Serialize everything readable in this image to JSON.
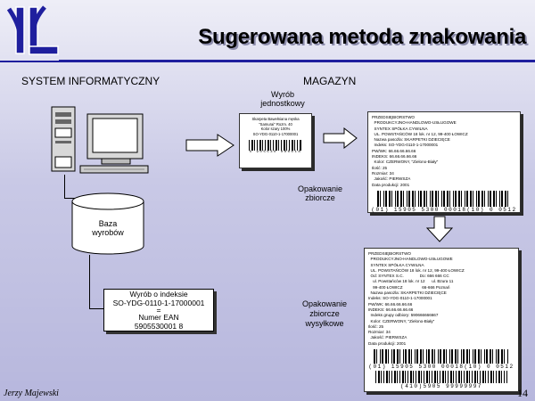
{
  "header": {
    "title": "Sugerowana metoda znakowania",
    "logo_letters": "IL"
  },
  "sections": {
    "left_heading": "SYSTEM INFORMATYCZNY",
    "right_heading": "MAGAZYN"
  },
  "labels": {
    "unit_product_line1": "Wyrób",
    "unit_product_line2": "jednostkowy",
    "bulk_pack_line1": "Opakowanie",
    "bulk_pack_line2": "zbiorcze",
    "shipping_pack_line1": "Opakowanie",
    "shipping_pack_line2": "zbiorcze",
    "shipping_pack_line3": "wysyłkowe",
    "database_line1": "Baza",
    "database_line2": "wyrobów"
  },
  "index_box": {
    "line1": "Wyrób o indeksie",
    "line2": "SO-YDG-0110-1-17000001",
    "line3": "=",
    "line4": "Numer EAN",
    "line5": "5905530001 8"
  },
  "unit_label": {
    "text": "Skarpeta Bawełniana męska\n\"Samurai\" Rozm. 40\nKolor szary 100%\nSO-YDG-0110-1-17000001",
    "barcode_text": "5 905530 000018"
  },
  "bulk_label": {
    "text": "PRZEDSIĘBIORSTWO\n  PRODUKCYJNO-HANDLOWO-USŁUGOWE\n  SYNTEX SPÓŁKA CYWILNA\n  UL. POWSTAŃCÓW 18 lok. nr 12, 99-400 ŁOWICZ\n  Nazwa pasożla: SKARPETKI DZIECIĘCE\n  Indeks: SO-YDG-0110-1-17000001\nPW/WK: 66.66.66.66.66\nINDEKS: 66.66.66.66.66\n  Kolor: CZERWONY, \"Zielono-Biały\"\nIlość: 25\nRozmiar: 34\n  Jakość: PIERWSZA\nData produkcji: 2001",
    "barcode_text": "(01) 15905 5300 00018(10) 0 0512"
  },
  "shipping_label": {
    "text": "PRZEDSIĘBIORSTWO\n  PRODUKCYJNO-HANDLOWO-USŁUGOWE\n  SYNTEX SPÓŁKA CYWILNA\n  UL. POWSTAŃCÓW 18 lok. nr 12, 99-400 ŁOWICZ\n  Od: SYNTEX S.C.              Do: 666 666 CC\n    ul. Powstańców 18 lok. nr 12      ul. Bzura 11\n    99-400 ŁOWICZ                 66-666 Poznań\n  Nazwa pasożla: SKARPETKI DZIECIĘCE\nIndeks: SO-YDG-0110-1-17000001\nPW/WK: 66.66.66.66.66\nINDEKS: 66.66.66.66.66\n  Indeks grupy odbiory: 590666666667\n  Kolor: CZERWONY, \"Zielono-Biały\"\nIlość: 25\nRozmiar: 34\n  Jakość: PIERWSZA\nData produkcji: 2001",
    "barcode_text": "(01) 15905 5300 00018(10) 0 0512",
    "barcode2_text": "(410)5905 99999997"
  },
  "footer": {
    "author": "Jerzy Majewski",
    "page_number": "14"
  },
  "colors": {
    "accent": "#1f1f9e",
    "background_top": "#eeeef7",
    "background_bottom": "#b7b7dd"
  }
}
